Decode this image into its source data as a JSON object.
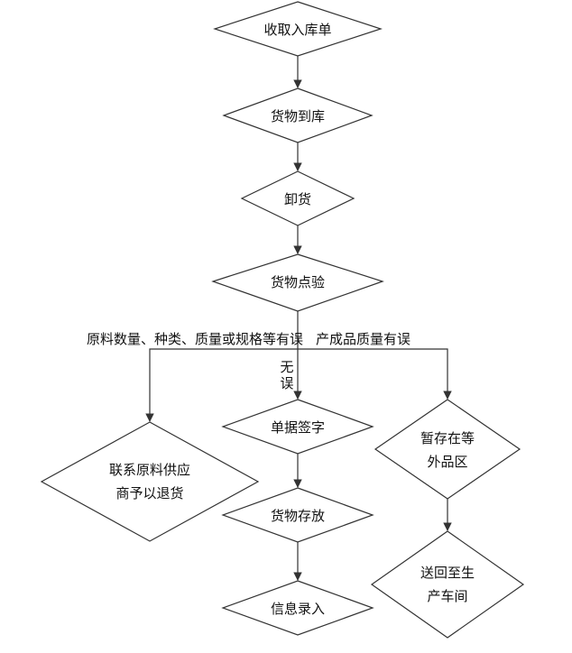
{
  "diagram": {
    "nodes": {
      "receipt": "收取入库单",
      "arrival": "货物到库",
      "unload": "卸货",
      "inspect": "货物点验",
      "sign": "单据签字",
      "store": "货物存放",
      "record": "信息录入",
      "contact_supplier_line1": "联系原料供应",
      "contact_supplier_line2": "商予以退货",
      "temp_store_line1": "暂存在等",
      "temp_store_line2": "外品区",
      "return_line1": "送回至生",
      "return_line2": "产车间"
    },
    "edge_labels": {
      "raw_material_error": "原料数量、种类、质量或规格等有误",
      "product_quality_error": "产成品质量有误",
      "no_error_line1": "无",
      "no_error_line2": "误"
    }
  }
}
